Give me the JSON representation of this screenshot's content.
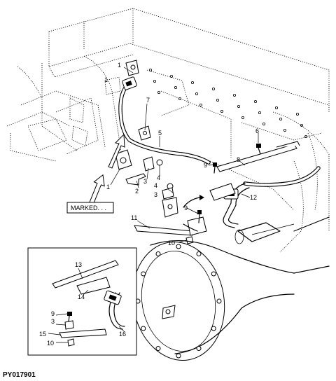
{
  "figure_id": "PY017901",
  "callouts": {
    "c1a": "1",
    "c1b": "1",
    "c1c": "1",
    "c2": "2",
    "c3a": "3",
    "c3b": "3",
    "c3c": "3",
    "c4a": "4",
    "c4b": "4",
    "c5": "5",
    "c6": "6",
    "c7": "7",
    "c8": "8",
    "c9a": "9",
    "c9b": "9",
    "c10a": "10",
    "c10b": "10",
    "c11": "11",
    "c12": "12",
    "c13": "13",
    "c14": "14",
    "c15": "15",
    "c16": "16"
  },
  "marked_label": "MARKED. . ."
}
